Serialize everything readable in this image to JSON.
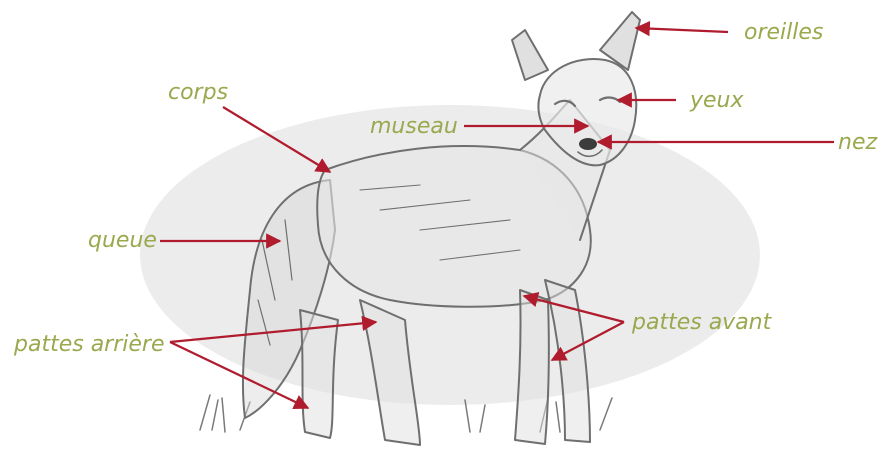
{
  "labels": {
    "oreilles": "oreilles",
    "yeux": "yeux",
    "corps": "corps",
    "museau": "museau",
    "nez": "nez",
    "queue": "queue",
    "pattes_arriere": "pattes arrière",
    "pattes_avant": "pattes avant"
  },
  "colors": {
    "label": "#9aa84e",
    "arrow": "#b01c2e",
    "ellipse": "#ececec",
    "sketch": "#6f6f6f"
  },
  "figure": {
    "subject": "fox-sketch-icon"
  }
}
